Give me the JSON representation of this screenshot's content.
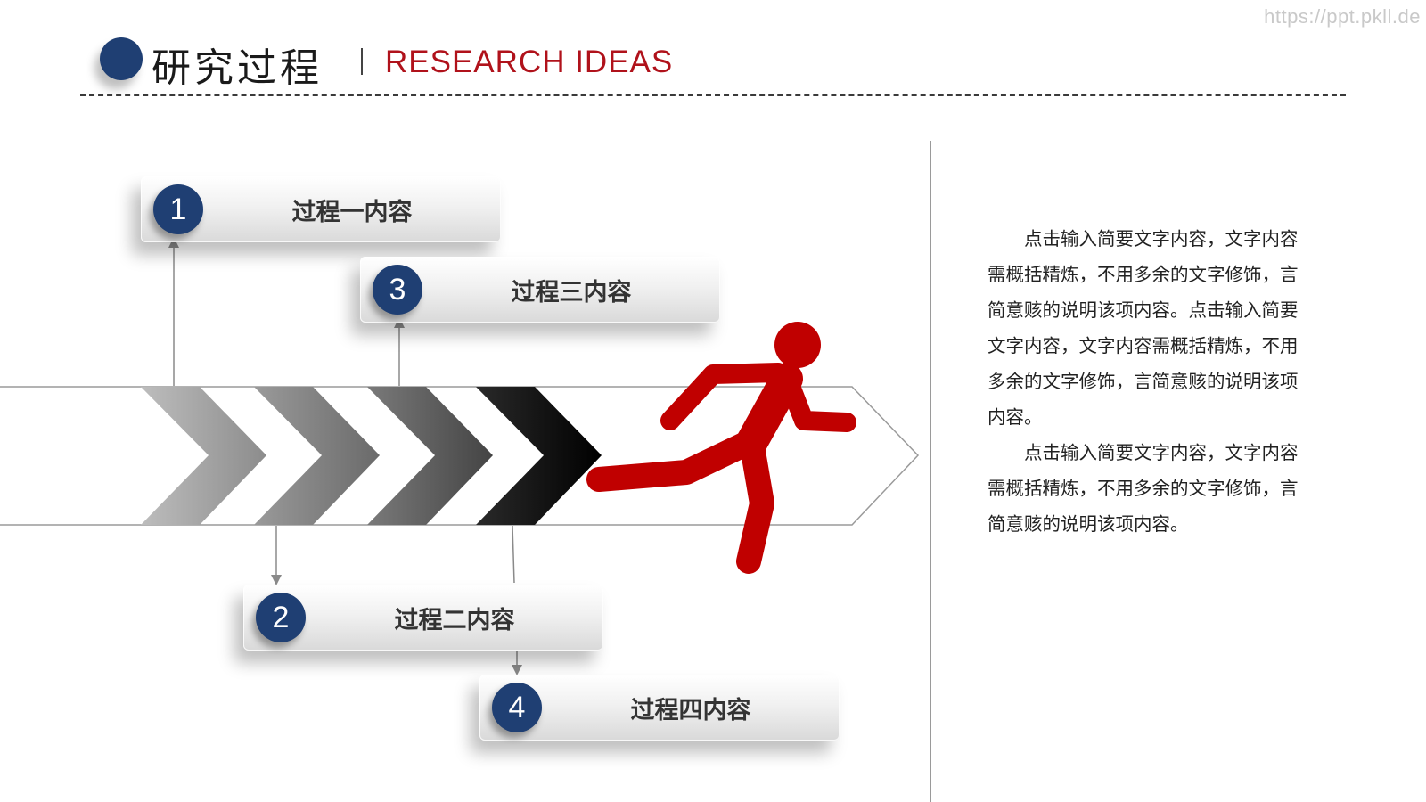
{
  "watermark": "https://ppt.pkll.de",
  "header": {
    "title_cn": "研究过程",
    "title_en": "RESEARCH IDEAS"
  },
  "steps": [
    {
      "number": "1",
      "label": "过程一内容"
    },
    {
      "number": "2",
      "label": "过程二内容"
    },
    {
      "number": "3",
      "label": "过程三内容"
    },
    {
      "number": "4",
      "label": "过程四内容"
    }
  ],
  "description": {
    "paragraphs": [
      "点击输入简要文字内容，文字内容需概括精炼，不用多余的文字修饰，言简意赅的说明该项内容。点击输入简要文字内容，文字内容需概括精炼，不用多余的文字修饰，言简意赅的说明该项内容。",
      "点击输入简要文字内容，文字内容需概括精炼，不用多余的文字修饰，言简意赅的说明该项内容。"
    ]
  },
  "colors": {
    "accent_navy": "#1f3f73",
    "accent_red": "#b0121b",
    "runner_red": "#c00000",
    "chevrons": [
      "#a6a6a6",
      "#7f7f7f",
      "#595959",
      "#0d0d0d"
    ]
  },
  "icons": {
    "runner": "running-person-icon"
  }
}
